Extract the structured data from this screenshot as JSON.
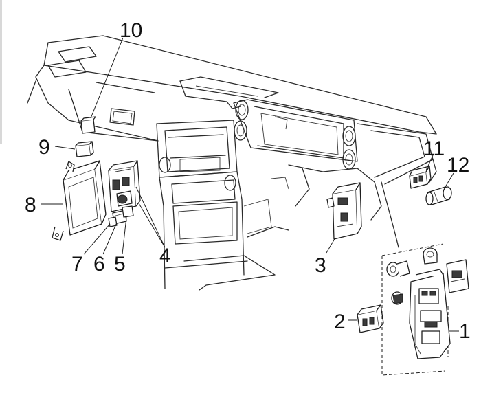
{
  "callouts": {
    "c1": "1",
    "c2": "2",
    "c3": "3",
    "c4": "4",
    "c5": "5",
    "c6": "6",
    "c7": "7",
    "c8": "8",
    "c9": "9",
    "c10": "10",
    "c11": "11",
    "c12": "12"
  },
  "colors": {
    "line": "#2a2a2a",
    "background": "#ffffff"
  }
}
